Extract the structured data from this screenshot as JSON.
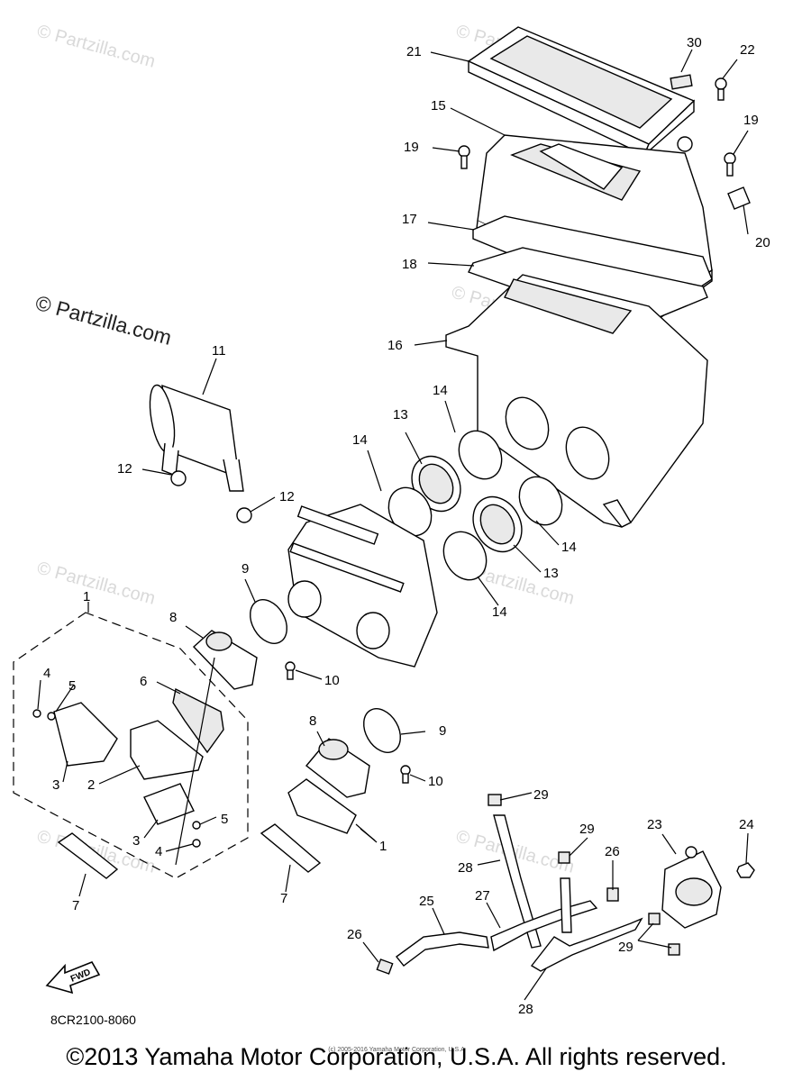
{
  "diagram": {
    "part_code": "8CR2100-8060",
    "copyright": "©2013 Yamaha Motor Corporation, U.S.A. All rights reserved.",
    "tiny_notice": "(c) 2005-2016 Yamaha Motor Corporation, U.S.A",
    "fwd_label": "FWD",
    "watermark": "© Partzilla.com",
    "callouts": [
      "1",
      "1",
      "2",
      "3",
      "3",
      "4",
      "4",
      "5",
      "5",
      "6",
      "7",
      "7",
      "8",
      "8",
      "9",
      "9",
      "10",
      "10",
      "11",
      "12",
      "12",
      "13",
      "13",
      "14",
      "14",
      "14",
      "14",
      "15",
      "16",
      "17",
      "18",
      "19",
      "19",
      "20",
      "21",
      "22",
      "23",
      "24",
      "25",
      "26",
      "26",
      "27",
      "28",
      "28",
      "29",
      "29",
      "29",
      "30"
    ]
  }
}
